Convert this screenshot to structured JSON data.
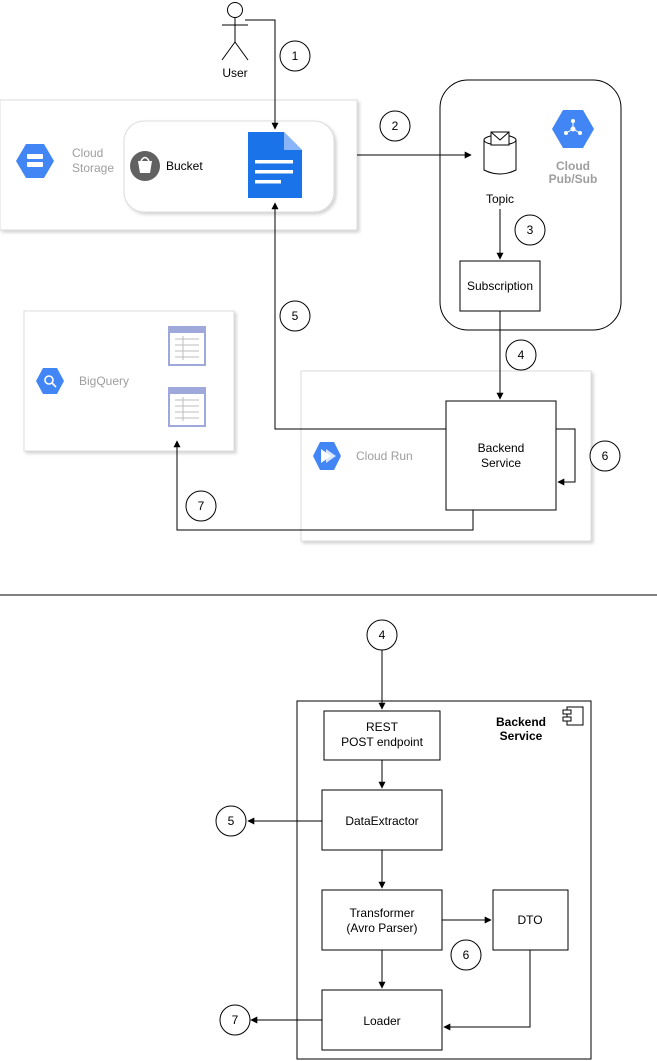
{
  "top": {
    "actor_label": "User",
    "storage": {
      "label_line1": "Cloud",
      "label_line2": "Storage",
      "bucket_label": "Bucket"
    },
    "pubsub": {
      "label_line1": "Cloud",
      "label_line2": "Pub/Sub",
      "topic_label": "Topic",
      "subscription_label": "Subscription"
    },
    "bigquery": {
      "label": "BigQuery"
    },
    "cloud_run": {
      "label": "Cloud Run",
      "service_line1": "Backend",
      "service_line2": "Service"
    },
    "steps": [
      "1",
      "2",
      "3",
      "4",
      "5",
      "6",
      "7"
    ]
  },
  "bottom": {
    "component_line1": "Backend",
    "component_line2": "Service",
    "rest_line1": "REST",
    "rest_line2": "POST endpoint",
    "extractor": "DataExtractor",
    "transformer_line1": "Transformer",
    "transformer_line2": "(Avro Parser)",
    "dto": "DTO",
    "loader": "Loader",
    "steps": [
      "4",
      "5",
      "6",
      "7"
    ]
  },
  "colors": {
    "gcp_blue": "#4285f4",
    "panel_border": "#dcdcdc",
    "label_gray": "#9e9e9e",
    "bucket_icon": "#616161"
  }
}
